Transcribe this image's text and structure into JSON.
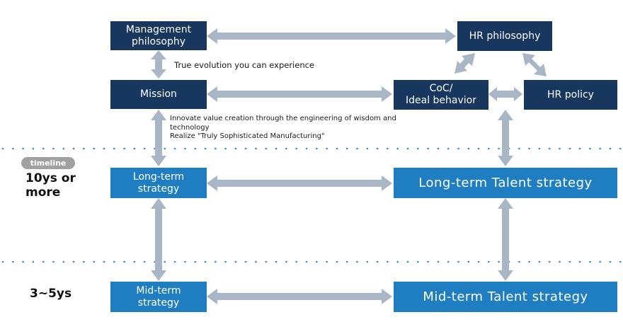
{
  "boxes": {
    "management_philosophy": "Management\nphilosophy",
    "hr_philosophy": "HR philosophy",
    "mission": "Mission",
    "coc": "CoC/\nIdeal behavior",
    "hr_policy": "HR policy",
    "long_term_strategy": "Long-term\nstrategy",
    "long_term_talent": "Long-term Talent strategy",
    "mid_term_strategy": "Mid-term\nstrategy",
    "mid_term_talent": "Mid-term Talent strategy"
  },
  "annotations": {
    "true_evolution": "True evolution you can experience",
    "innovate": "Innovate value creation through the engineering of wisdom and\ntechnology",
    "realize": "Realize \"Truly Sophisticated Manufacturing\""
  },
  "timeline": {
    "badge": "timeline",
    "long_label": "10ys or\nmore",
    "mid_label": "3~5ys"
  },
  "colors": {
    "dark_box": "#17375e",
    "light_box": "#1f7ec1",
    "arrow": "#a9b6c6",
    "dots": "#2f8fd0",
    "badge": "#a0a0a0"
  }
}
